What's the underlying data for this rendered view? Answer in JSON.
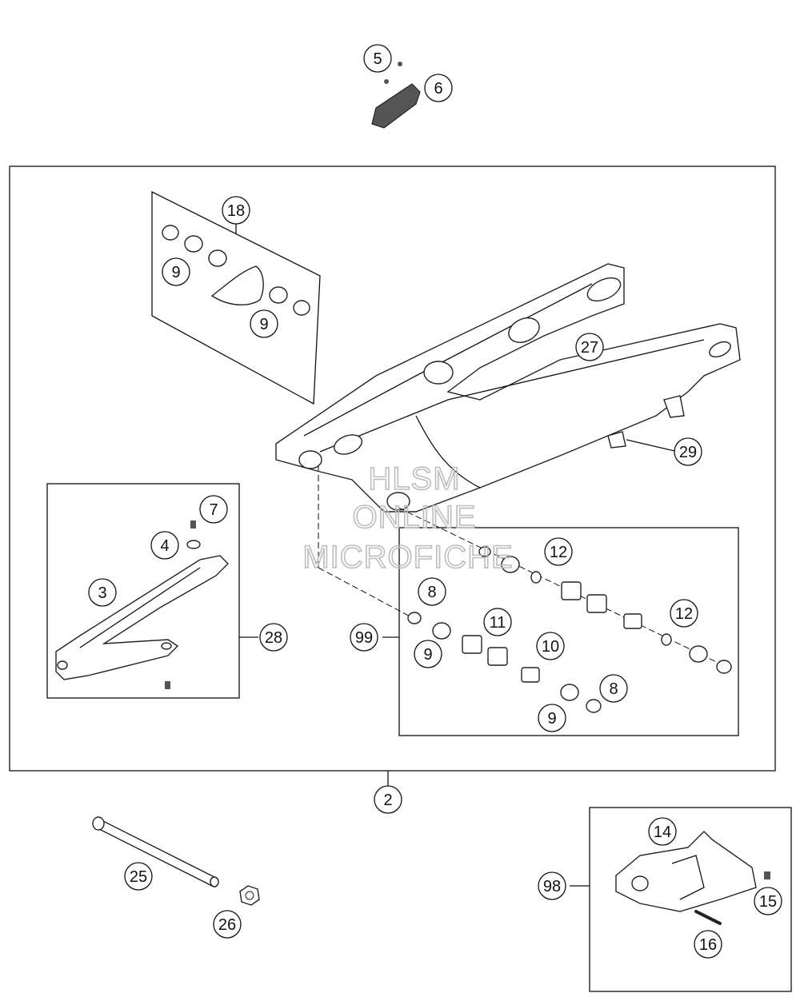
{
  "callouts": [
    {
      "label": "5"
    },
    {
      "label": "6"
    },
    {
      "label": "18"
    },
    {
      "label": "9"
    },
    {
      "label": "9"
    },
    {
      "label": "27"
    },
    {
      "label": "29"
    },
    {
      "label": "7"
    },
    {
      "label": "4"
    },
    {
      "label": "3"
    },
    {
      "label": "28"
    },
    {
      "label": "12"
    },
    {
      "label": "8"
    },
    {
      "label": "11"
    },
    {
      "label": "12"
    },
    {
      "label": "99"
    },
    {
      "label": "10"
    },
    {
      "label": "9"
    },
    {
      "label": "8"
    },
    {
      "label": "9"
    },
    {
      "label": "2"
    },
    {
      "label": "14"
    },
    {
      "label": "25"
    },
    {
      "label": "98"
    },
    {
      "label": "15"
    },
    {
      "label": "26"
    },
    {
      "label": "16"
    }
  ],
  "watermark": {
    "line1": "HLSM",
    "line2": "ONLINE",
    "line3": "MICROFICHE"
  }
}
